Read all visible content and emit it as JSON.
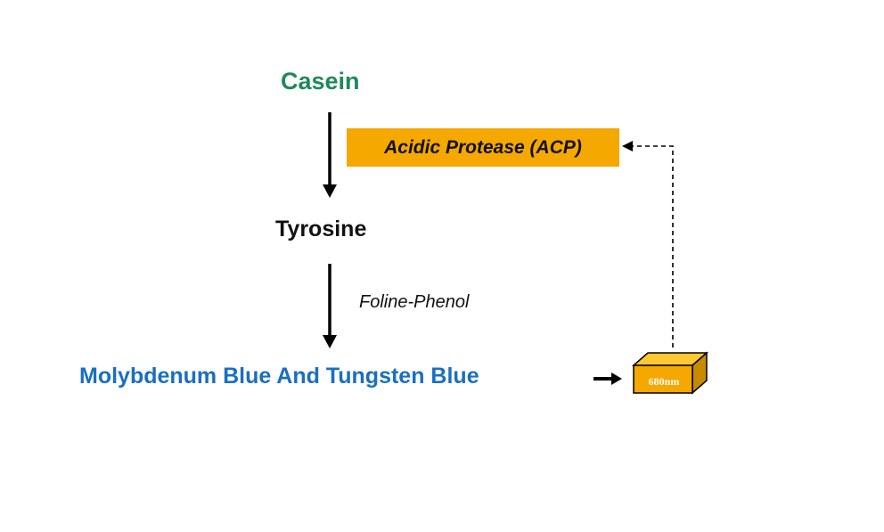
{
  "diagram": {
    "substrate": "Casein",
    "enzyme": "Acidic Protease (ACP)",
    "intermediate": "Tyrosine",
    "reagent": "Foline-Phenol",
    "product": "Molybdenum Blue And Tungsten Blue",
    "detector_label": "680nm"
  },
  "colors": {
    "substrate": "#1e8a5a",
    "enzyme_box": "#f5a800",
    "product": "#1a6fc0",
    "detector_front": "#f5a800",
    "detector_top": "#ffc832",
    "detector_side": "#c98a00"
  },
  "icons": {
    "detector": "cuvette-box-icon"
  }
}
